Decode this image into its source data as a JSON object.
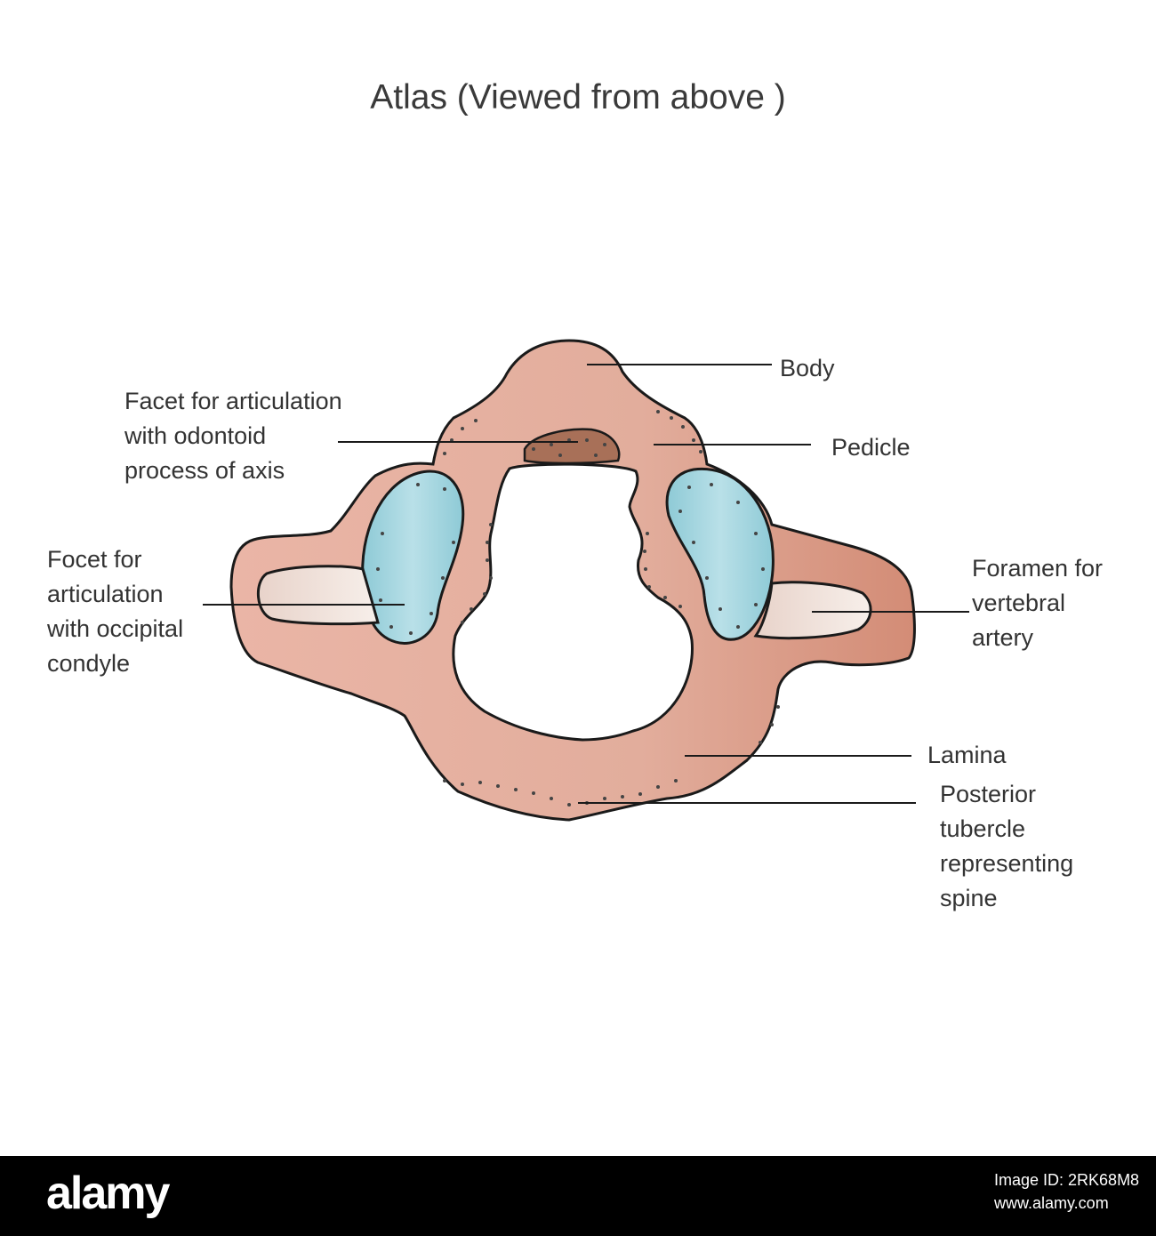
{
  "title": "Atlas (Viewed from above )",
  "labels": {
    "body": "Body",
    "facet_odontoid": "Facet for articulation\nwith odontoid\nprocess of axis",
    "pedicle": "Pedicle",
    "facet_occipital": "Focet for\narticulation\nwith occipital\ncondyle",
    "foramen": "Foramen for\nvertebral\nartery",
    "lamina": "Lamina",
    "posterior_tubercle": "Posterior\ntubercle\nrepresenting\nspine"
  },
  "footer": {
    "brand": "alamy",
    "image_id": "Image ID: 2RK68M8\nwww.alamy.com"
  },
  "colors": {
    "bone": "#e2ac9a",
    "facet": "#a9d6df",
    "foramen": "#f0e2da",
    "odontoid_facet": "#a87058",
    "outline": "#1a1a1a"
  }
}
